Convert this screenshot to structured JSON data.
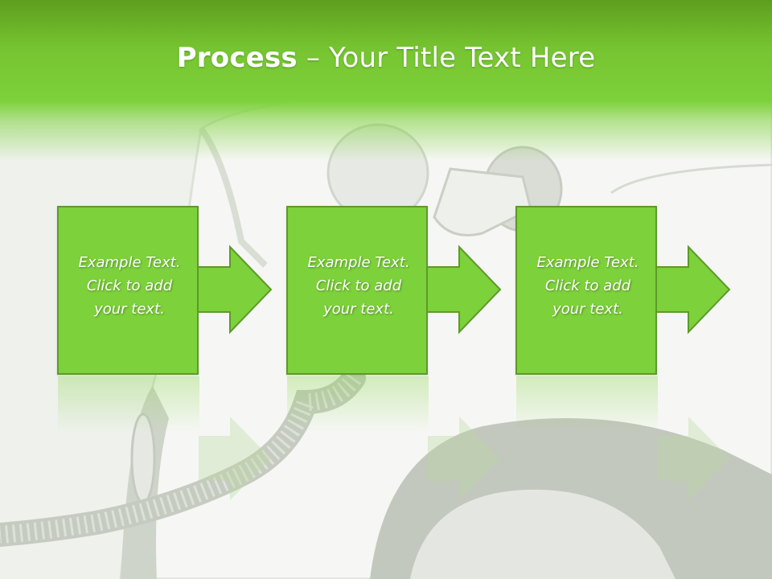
{
  "slide": {
    "title_bold": "Process",
    "title_rest": " – Your Title Text Here",
    "steps": [
      {
        "line1": "Example Text.",
        "line2": "Click  to add",
        "line3": "your text."
      },
      {
        "line1": "Example Text.",
        "line2": "Click  to add",
        "line3": "your text."
      },
      {
        "line1": "Example Text.",
        "line2": "Click  to add",
        "line3": "your text."
      }
    ]
  },
  "colors": {
    "accent_green": "#7dd13a",
    "border_green": "#5c9a2a",
    "title_band_dark": "#5e9e1e",
    "text": "#ffffff"
  },
  "background_image": "electric car plugged into charging cable (faded)"
}
